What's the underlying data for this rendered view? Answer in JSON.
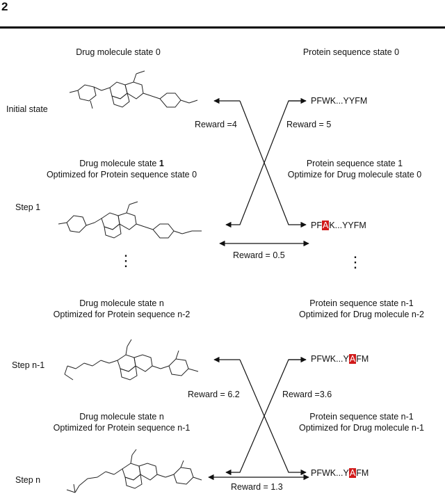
{
  "figure_number": "2",
  "top": {
    "drug_title": "Drug molecule state 0",
    "protein_title": "Protein sequence state 0",
    "initial_label": "Initial state",
    "protein_seq": {
      "pre": "PFWK...YYFM",
      "hl": "",
      "post": ""
    },
    "reward_left": "Reward =4",
    "reward_right": "Reward = 5"
  },
  "step1": {
    "drug_title_a": "Drug molecule state ",
    "drug_title_b": "1",
    "drug_sub": "Optimized for Protein sequence state 0",
    "protein_title": "Protein sequence state 1",
    "protein_sub": "Optimize for Drug molecule state 0",
    "label": "Step 1",
    "protein_seq": {
      "pre": "PF",
      "hl": "A",
      "post": "K...YYFM"
    },
    "reward_mid": "Reward = 0.5"
  },
  "dots": "⋮",
  "stepn_minus": {
    "drug_title": "Drug molecule state n",
    "drug_sub": "Optimized for Protein sequence n-2",
    "protein_title": "Protein sequence state n-1",
    "protein_sub": "Optimized for Drug molecule n-2",
    "label": "Step n-1",
    "protein_seq": {
      "pre": "PFWK...Y",
      "hl": "A",
      "post": "FM"
    },
    "reward_left": "Reward = 6.2",
    "reward_right": "Reward =3.6"
  },
  "stepn": {
    "drug_title": "Drug molecule state n",
    "drug_sub": "Optimized for Protein sequence n-1",
    "protein_title": "Protein sequence state n-1",
    "protein_sub": "Optimized for Drug molecule n-1",
    "label": "Step n",
    "protein_seq": {
      "pre": "PFWK...Y",
      "hl": "A",
      "post": "FM"
    },
    "reward_mid": "Reward = 1.3"
  },
  "colors": {
    "highlight": "#d11a1a",
    "line": "#111111"
  }
}
